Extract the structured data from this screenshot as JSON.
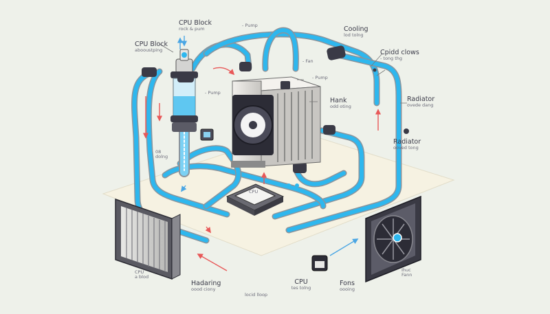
{
  "colors": {
    "background": "#eef1ea",
    "platform": "#f6f2e2",
    "tube_blue": "#2eb7ee",
    "tube_outer": "#8b949c",
    "arrow_red": "#e85858",
    "arrow_blue": "#4aa6e4",
    "fitting_dark": "#3a3a46",
    "chassis": "#d8d6d2"
  },
  "icons": [
    "reservoir-icon",
    "pump-block-icon",
    "fan-icon",
    "radiator-icon",
    "cpu-chip-icon",
    "sensor-icon",
    "fitting-icon",
    "arrow-icon"
  ],
  "labels": {
    "cpu_block_top": {
      "title": "CPU Block",
      "sub": "rock & pum"
    },
    "cpu_block_left": {
      "title": "CPU Block",
      "sub": "abooustping"
    },
    "pump_top": {
      "title": "- Pump"
    },
    "cooling": {
      "title": "Cooling",
      "sub": "lod tolng"
    },
    "cpudd_clows": {
      "title": "Cpidd clows",
      "sub": "- tong thg"
    },
    "fan": {
      "title": "- Fan"
    },
    "pump_left": {
      "title": "- Pump"
    },
    "pump_right": {
      "title": "- Pump"
    },
    "hank": {
      "title": "Hank",
      "sub": "odd oting"
    },
    "radiator_1": {
      "title": "Radiator",
      "sub": "ovede dang"
    },
    "radiator_2": {
      "title": "Radiator",
      "sub": "ooved tong"
    },
    "left_note": {
      "title": "08",
      "sub": "dolng"
    },
    "cpu_chip": {
      "title": "CPU"
    },
    "cpu_bottom_left": {
      "title": "CPU",
      "sub": "a blod"
    },
    "heatsinking": {
      "title": "Hadaring",
      "sub": "oood ciony"
    },
    "liquid_loop": {
      "title": "locid lloop"
    },
    "cpu_bottom": {
      "title": "CPU",
      "sub": "tes tolng"
    },
    "fans_bottom": {
      "title": "Fons",
      "sub": "oooing"
    },
    "fan_bottom_right": {
      "title": "Ihuc",
      "sub": "Fann"
    }
  }
}
